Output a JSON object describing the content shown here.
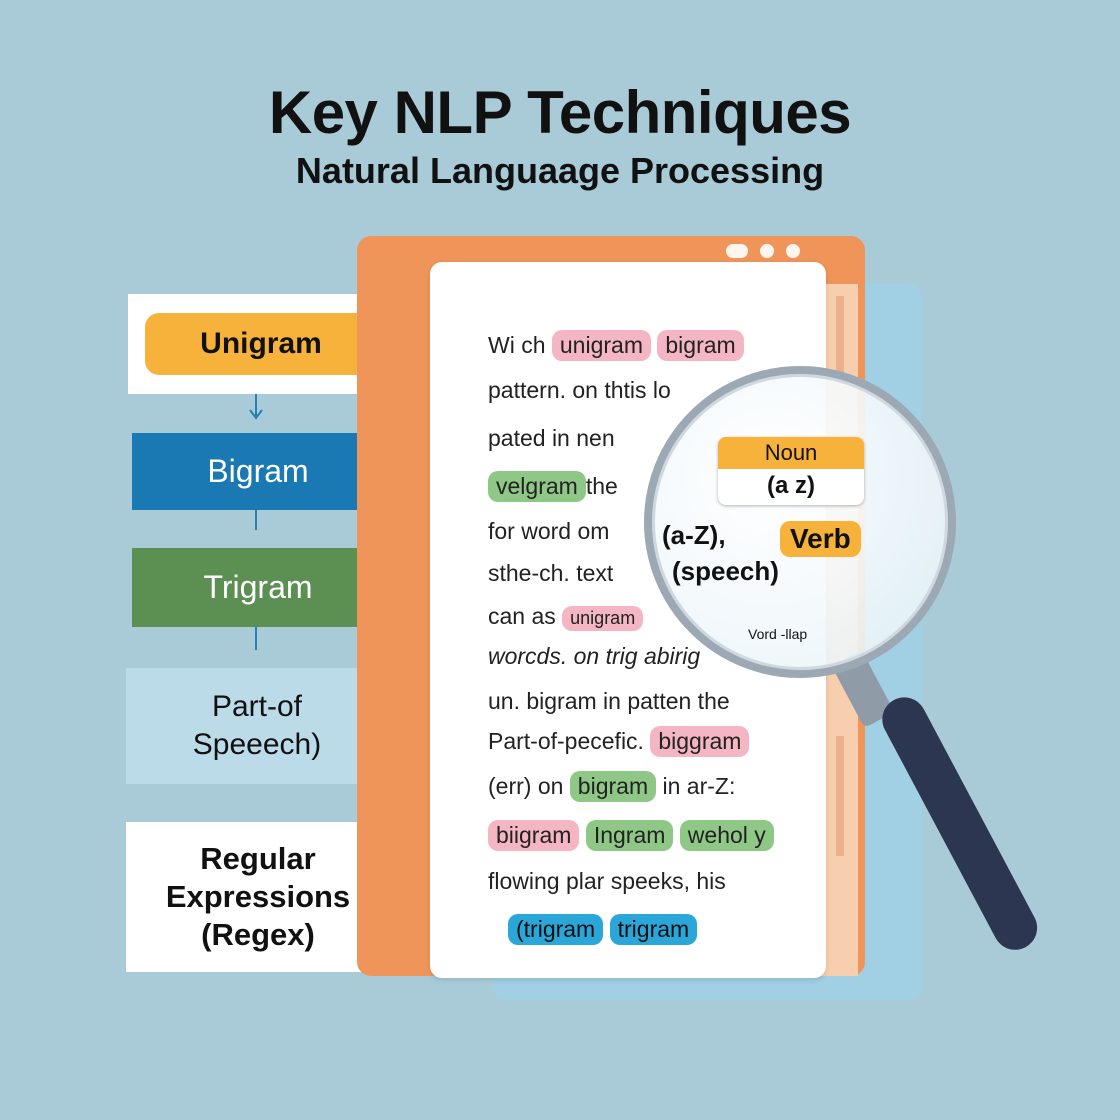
{
  "header": {
    "title": "Key NLP Techniques",
    "subtitle": "Natural Languaage Processing"
  },
  "techniques": {
    "unigram": "Unigram",
    "bigram": "Bigram",
    "trigram": "Trigram",
    "pos_line1": "Part-of",
    "pos_line2": "Speeech)",
    "regex_line1": "Regular",
    "regex_line2": "Expressions",
    "regex_line3": "(Regex)"
  },
  "document": {
    "l1_a": "Wi ch",
    "l1_tag1": "unigram",
    "l1_tag2": "bigram",
    "l2": "pattern. on thtis lo",
    "l3": "pated in nen",
    "l4_tag": "velgram",
    "l4_b": "the",
    "l5": "for word om",
    "l6": "sthe-ch. text",
    "l7_a": "can as",
    "l7_tag": "unigram",
    "l8": "worcds. on trig abirig",
    "l9": "un. bigram in patten the",
    "l10_a": "Part-of-pecefic.",
    "l10_tag": "biggram",
    "l11_a": "(err) on",
    "l11_tag": "bigram",
    "l11_b": "in ar-Z:",
    "l12_tag1": "biigram",
    "l12_tag2": "Ingram",
    "l12_tag3": "wehol y",
    "l13": "flowing plar speeks, his",
    "l14_tag1": "(trigram",
    "l14_tag2": "trigram"
  },
  "magnifier": {
    "noun_label": "Noun",
    "noun_sub": "(a z)",
    "az_text": "(a-Z),",
    "verb_label": "Verb",
    "speech_text": "(speech)",
    "small_text": "Vord -llap"
  },
  "colors": {
    "background": "#a9cbd8",
    "unigram": "#f7b23b",
    "bigram": "#1a78b2",
    "trigram": "#5c8f52",
    "doc_frame": "#f0955a",
    "tag_pink": "#f4b6c2",
    "tag_green": "#8fc787",
    "tag_blue": "#2aa6d9"
  }
}
